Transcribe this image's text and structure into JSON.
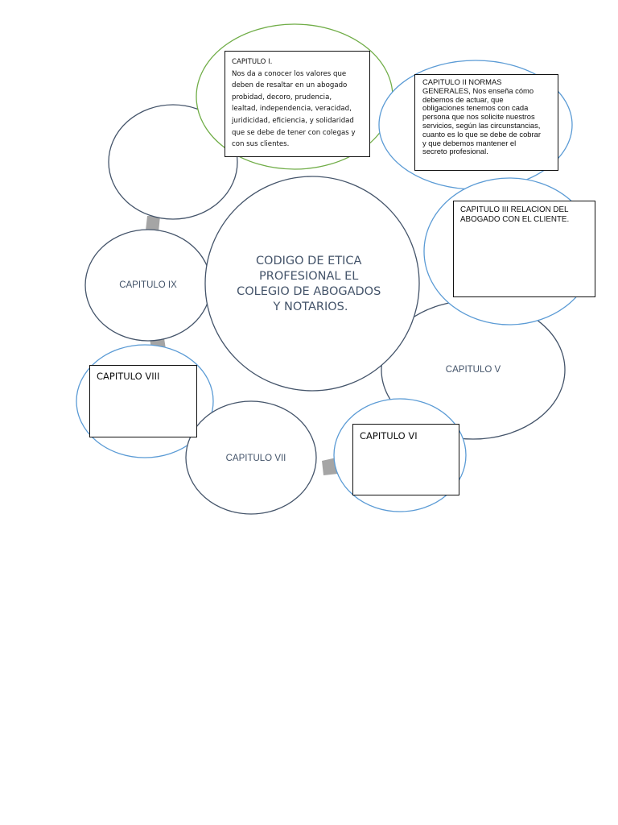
{
  "colors": {
    "dark_outline": "#44546a",
    "green_outline": "#70ad47",
    "blue_outline": "#5b9bd5",
    "connector": "#a5a5a5",
    "title_text": "#44546a"
  },
  "center": {
    "title": "CODIGO DE ETICA PROFESIONAL EL COLEGIO DE ABOGADOS Y NOTARIOS.",
    "title_lines": [
      "CODIGO DE ETICA",
      "PROFESIONAL EL",
      "COLEGIO DE ABOGADOS",
      "Y NOTARIOS."
    ]
  },
  "nodes": {
    "capitulo_i": {
      "text": "CAPITULO I.\nNos da a conocer los valores que\ndeben de resaltar en un abogado\nprobidad, decoro, prudencia,\nlealtad, independencia, veracidad,\njuridicidad, eficiencia, y solidaridad\nque se debe de tener con colegas y\ncon sus clientes."
    },
    "capitulo_ii": {
      "text": "CAPITULO II NORMAS\nGENERALES, Nos enseña cómo\ndebemos de actuar, que\nobligaciones tenemos con cada\npersona que nos solicite nuestros\nservicios, según las circunstancias,\ncuanto es lo que se debe de cobrar\ny que debemos mantener el\nsecreto profesional."
    },
    "capitulo_iii": {
      "text": "CAPITULO III RELACION DEL\nABOGADO CON EL CLIENTE."
    },
    "capitulo_v": {
      "label": "CAPITULO V"
    },
    "capitulo_vi": {
      "text": "CAPITULO VI"
    },
    "capitulo_vii": {
      "label": "CAPITULO VII"
    },
    "capitulo_viii": {
      "text": "CAPITULO VIII"
    },
    "capitulo_ix": {
      "label": "CAPITULO IX"
    },
    "empty_top_left": {
      "label": ""
    }
  }
}
